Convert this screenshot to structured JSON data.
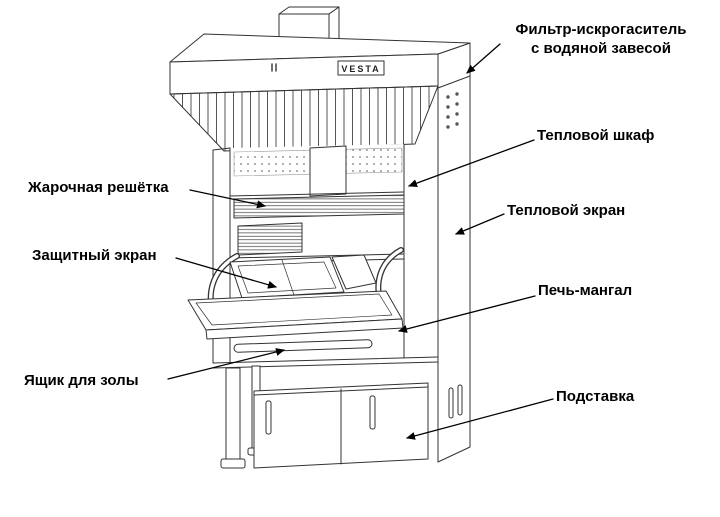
{
  "diagram": {
    "brand": "VESTA",
    "labels": {
      "filter": "Фильтр-искрогаситель\nс водяной завесой",
      "heat_cabinet": "Тепловой шкаф",
      "grate": "Жарочная решётка",
      "heat_screen": "Тепловой экран",
      "shield": "Защитный экран",
      "oven": "Печь-мангал",
      "ash_box": "Ящик для золы",
      "stand": "Подставка"
    }
  }
}
